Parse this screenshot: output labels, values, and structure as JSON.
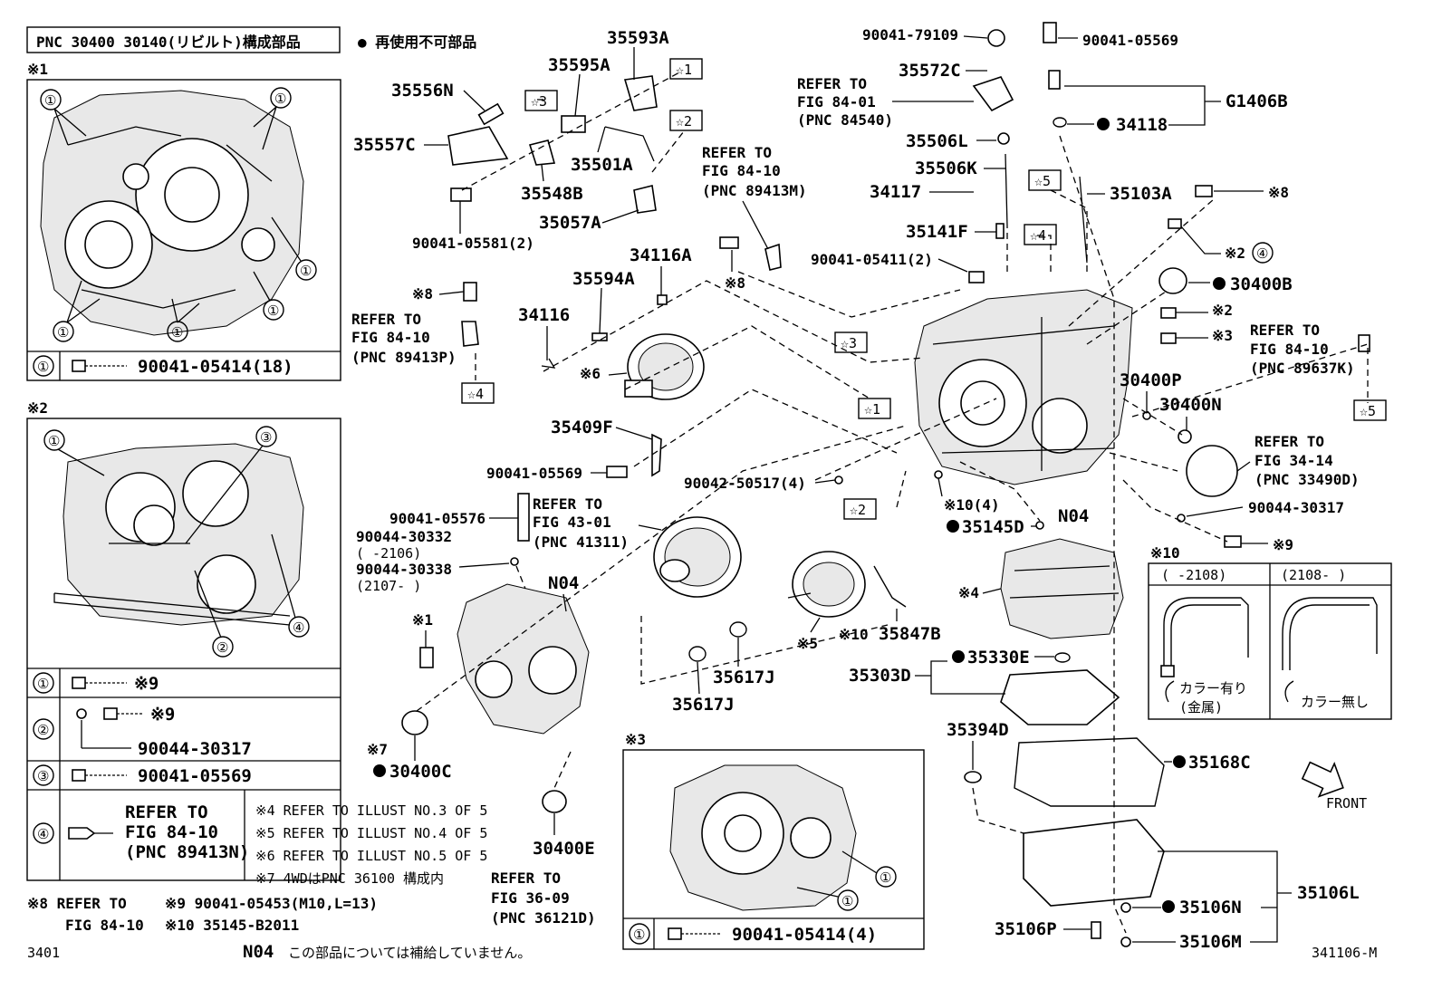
{
  "header": {
    "pnc_box": "PNC 30400 30140(リビルト)構成部品",
    "legend": "● 再使用不可部品"
  },
  "inset1": {
    "mark": "※1",
    "callout": "①",
    "table": [
      {
        "num": "①",
        "part": "90041-05414(18)"
      }
    ]
  },
  "inset2": {
    "mark": "※2",
    "callouts": [
      "①",
      "②",
      "③",
      "④"
    ],
    "table": [
      {
        "num": "①",
        "part": "※9"
      },
      {
        "num": "②",
        "part": "※9",
        "sub": "90044-30317"
      },
      {
        "num": "③",
        "part": "90041-05569"
      },
      {
        "num": "④",
        "refer": [
          "REFER TO",
          "FIG 84-10",
          "(PNC 89413N)"
        ]
      }
    ]
  },
  "inset3": {
    "mark": "※3",
    "callout": "①",
    "table": [
      {
        "num": "①",
        "part": "90041-05414(4)"
      }
    ]
  },
  "inset10": {
    "mark": "※10",
    "col1": "(   -2108)",
    "col2": "(2108-   )",
    "cap1a": "カラー有り",
    "cap1b": "(金属)",
    "cap2": "カラー無し"
  },
  "notes": [
    "※4  REFER TO ILLUST NO.3 OF 5",
    "※5  REFER TO ILLUST NO.4 OF 5",
    "※6  REFER TO ILLUST NO.5 OF 5",
    "※7  4WDはPNC 36100 構成内"
  ],
  "footnotes": {
    "n8a": "※8  REFER TO",
    "n8b": "FIG 84-10",
    "n9": "※9  90041-05453(M10,L=13)",
    "n10": "※10 35145-B2011",
    "ref36a": "REFER TO",
    "ref36b": "FIG 36-09",
    "ref36c": "(PNC 36121D)"
  },
  "bottom": {
    "left": "3401",
    "n04note": "N04",
    "n04text": "この部品については補給していません。",
    "right": "341106-M"
  },
  "front_label": "FRONT",
  "stars": [
    "☆1",
    "☆2",
    "☆3",
    "☆4",
    "☆5"
  ],
  "refers": {
    "r1": [
      "REFER TO",
      "FIG 84-01",
      "(PNC 84540)"
    ],
    "r2": [
      "REFER TO",
      "FIG 84-10",
      "(PNC 89413M)"
    ],
    "r3": [
      "REFER TO",
      "FIG 84-10",
      "(PNC 89413P)"
    ],
    "r4": [
      "REFER TO",
      "FIG 84-10",
      "(PNC 89637K)"
    ],
    "r5": [
      "REFER TO",
      "FIG 34-14",
      "(PNC 33490D)"
    ],
    "r6": [
      "REFER TO",
      "FIG 43-01",
      "(PNC 41311)"
    ]
  },
  "parts": {
    "p35593A": "35593A",
    "p35595A": "35595A",
    "p35556N": "35556N",
    "p35557C": "35557C",
    "p35501A": "35501A",
    "p35548B": "35548B",
    "p35057A": "35057A",
    "p90041_05581": "90041-05581(2)",
    "p34116A": "34116A",
    "p35594A": "35594A",
    "p34116": "34116",
    "p35409F": "35409F",
    "p90041_05569a": "90041-05569",
    "p90042_50517": "90042-50517(4)",
    "p90041_05576": "90041-05576",
    "p90044_30332": "90044-30332",
    "p30332r": "(     -2106)",
    "p90044_30338": "90044-30338",
    "p30338r": "(2107-     )",
    "pN04a": "N04",
    "pN04b": "N04",
    "p30400C": "30400C",
    "p30400E": "30400E",
    "p35617Ja": "35617J",
    "p35617Jb": "35617J",
    "p35847B": "35847B",
    "p90041_79109": "90041-79109",
    "p90041_05569b": "90041-05569",
    "p35572C": "35572C",
    "pG1406B": "G1406B",
    "p34118": "34118",
    "p35506L": "35506L",
    "p35506K": "35506K",
    "p34117": "34117",
    "p35103A": "35103A",
    "p35141F": "35141F",
    "p90041_05411": "90041-05411(2)",
    "p30400B": "30400B",
    "p30400P": "30400P",
    "p30400N": "30400N",
    "p90044_30317": "90044-30317",
    "p35145D": "35145D",
    "p35330E": "35330E",
    "p35303D": "35303D",
    "p35394D": "35394D",
    "p35168C": "35168C",
    "p35106L": "35106L",
    "p35106N": "35106N",
    "p35106M": "35106M",
    "p35106P": "35106P"
  },
  "marks": {
    "m8a": "※8",
    "m8b": "※8",
    "m8c": "※8",
    "m6": "※6",
    "m1": "※1",
    "m7": "※7",
    "m5": "※5",
    "m10": "※10",
    "m10b": "※10(4)",
    "m4": "※4",
    "m2": "※2",
    "m3": "※3",
    "m9": "※9",
    "m24": "※2",
    "c4": "④"
  }
}
